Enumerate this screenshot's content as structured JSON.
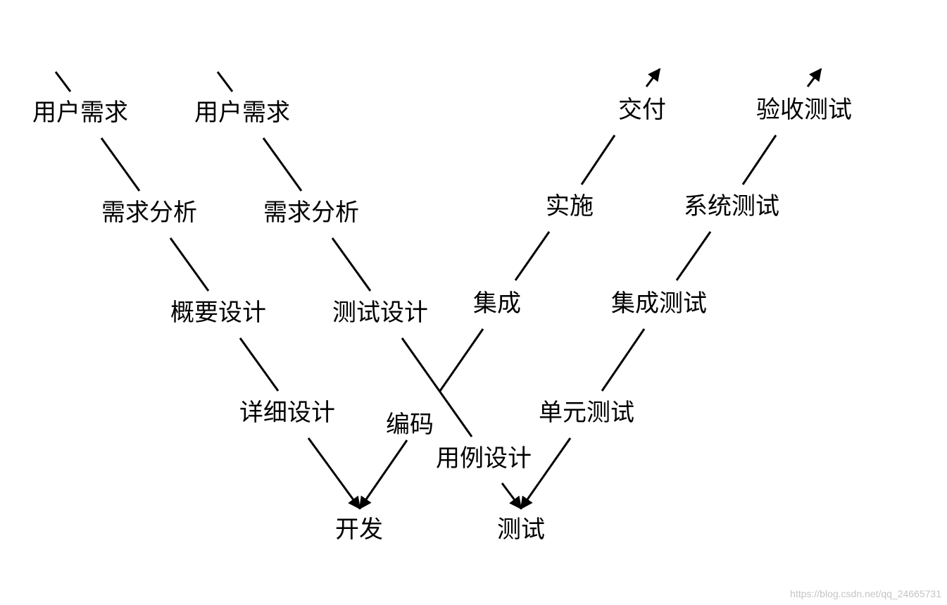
{
  "diagram": {
    "colors": {
      "line": "#000000",
      "text": "#000000",
      "watermark": "#c4c4c4"
    },
    "dev_chain": {
      "user_requirements": "用户需求",
      "requirements_analysis": "需求分析",
      "high_level_design": "概要设计",
      "detailed_design": "详细设计",
      "coding": "编码",
      "development": "开发",
      "integration": "集成",
      "implementation": "实施",
      "delivery": "交付"
    },
    "test_chain": {
      "user_requirements": "用户需求",
      "requirements_analysis": "需求分析",
      "test_design": "测试设计",
      "test_case_design": "用例设计",
      "testing": "测试",
      "unit_test": "单元测试",
      "integration_test": "集成测试",
      "system_test": "系统测试",
      "acceptance_test": "验收测试"
    }
  },
  "watermark": "https://blog.csdn.net/qq_24665731"
}
